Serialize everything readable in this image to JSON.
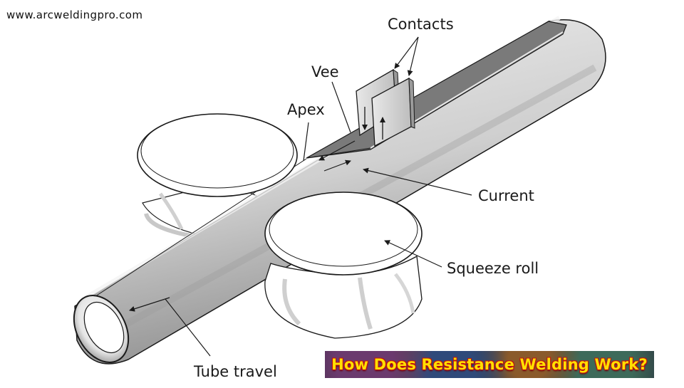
{
  "watermark": "www.arcweldingpro.com",
  "labels": {
    "contacts": "Contacts",
    "vee": "Vee",
    "apex": "Apex",
    "current": "Current",
    "squeeze_roll": "Squeeze roll",
    "tube_travel": "Tube travel"
  },
  "banner": {
    "title": "How Does Resistance Welding Work?"
  },
  "colors": {
    "tube_fill": "#d6d6d6",
    "tube_dark": "#8f8f8f",
    "roll_fill": "#ffffff",
    "ink": "#1a1a1a",
    "banner_text": "#ffe000"
  }
}
